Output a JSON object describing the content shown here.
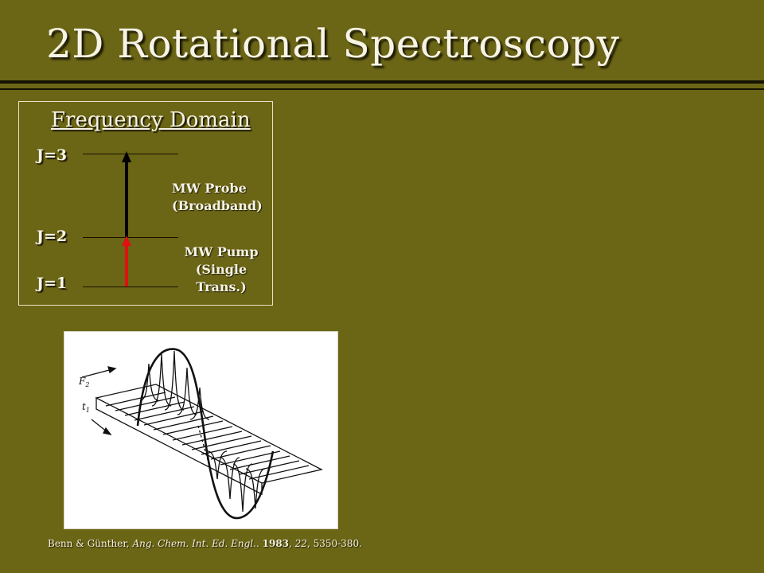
{
  "slide": {
    "title": "2D Rotational Spectroscopy"
  },
  "frequency_domain": {
    "heading": "Frequency Domain",
    "levels": [
      "J=3",
      "J=2",
      "J=1"
    ],
    "probe_label_line1": "MW Probe",
    "probe_label_line2": "(Broadband)",
    "pump_label_line1": "MW Pump",
    "pump_label_line2": "(Single Trans.)",
    "probe_arrow_color": "#000000",
    "pump_arrow_color": "#e01010"
  },
  "figure": {
    "axis_label_f2": "F",
    "axis_sub_f2": "2",
    "axis_label_t1": "t",
    "axis_sub_t1": "1"
  },
  "citation": {
    "authors": "Benn & Günther, ",
    "journal": "Ang. Chem. Int. Ed. Engl.",
    "sep": ". ",
    "year": "1983",
    "comma1": ", ",
    "volume": "22",
    "pages": ", 5350-380."
  },
  "colors": {
    "background": "#6b6516",
    "rule": "#141200"
  }
}
